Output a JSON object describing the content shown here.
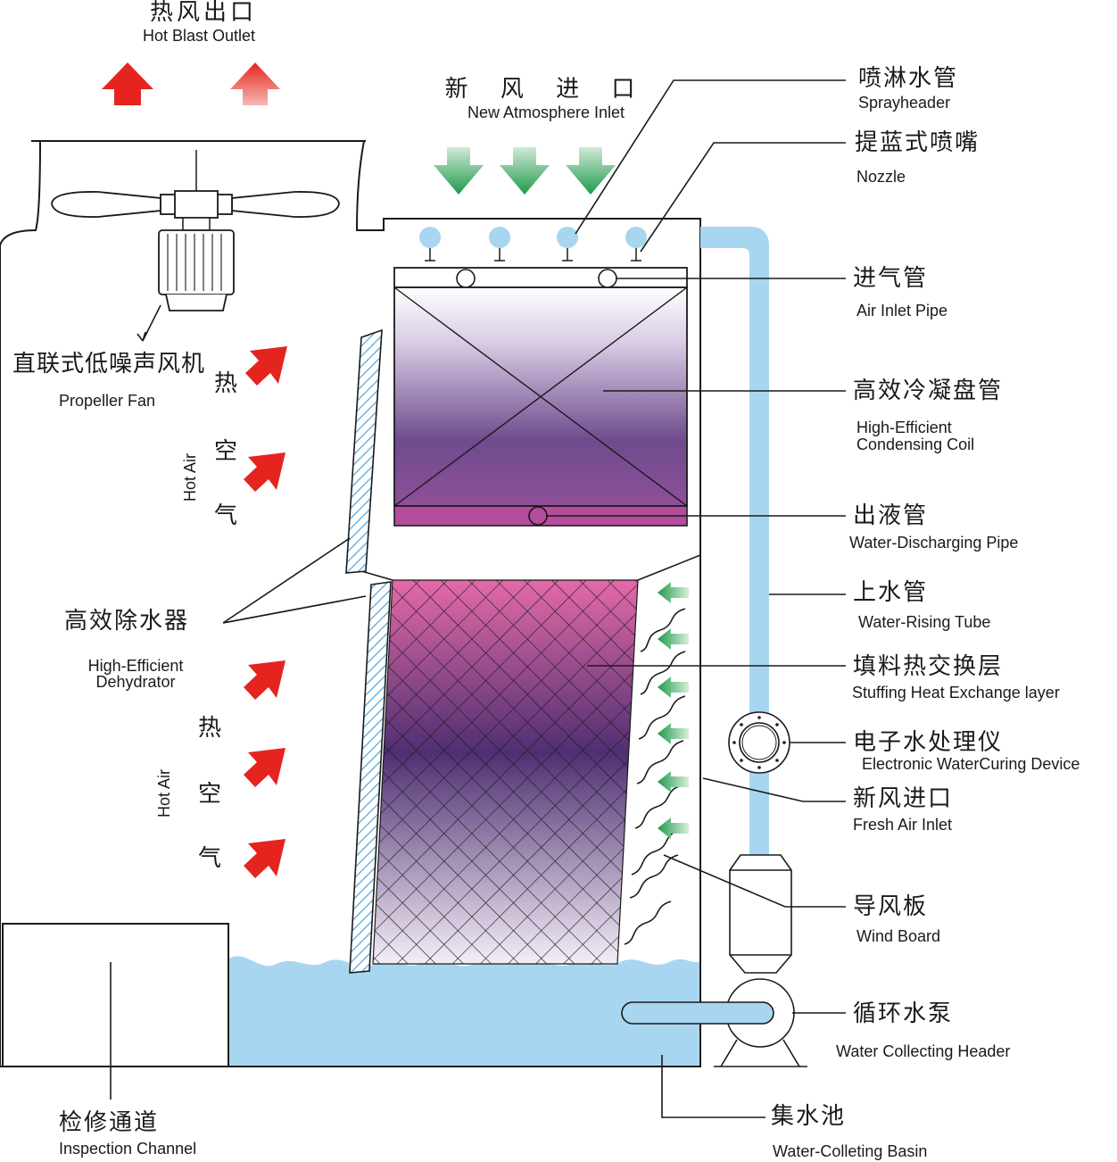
{
  "title_top": {
    "zh": "热风出口",
    "en": "Hot Blast Outlet"
  },
  "inlet_top": {
    "zh": "新 风 进 口",
    "en": "New Atmosphere Inlet"
  },
  "labels": {
    "sprayheader": {
      "zh": "喷淋水管",
      "en": "Sprayheader"
    },
    "nozzle": {
      "zh": "提蓝式喷嘴",
      "en": "Nozzle"
    },
    "air_inlet_pipe": {
      "zh": "进气管",
      "en": "Air Inlet Pipe"
    },
    "coil": {
      "zh": "高效冷凝盘管",
      "en1": "High-Efficient",
      "en2": "Condensing Coil"
    },
    "discharging_pipe": {
      "zh": "出液管",
      "en": "Water-Discharging Pipe"
    },
    "rising_tube": {
      "zh": "上水管",
      "en": "Water-Rising Tube"
    },
    "stuffing": {
      "zh": "填料热交换层",
      "en": "Stuffing Heat Exchange layer"
    },
    "curing_device": {
      "zh": "电子水处理仪",
      "en": "Electronic WaterCuring Device"
    },
    "fresh_air_inlet": {
      "zh": "新风进口",
      "en": "Fresh Air Inlet"
    },
    "wind_board": {
      "zh": "导风板",
      "en": "Wind Board"
    },
    "pump": {
      "zh": "循环水泵",
      "en": "Water Collecting Header"
    },
    "basin": {
      "zh": "集水池",
      "en": "Water-Colleting Basin"
    },
    "inspection": {
      "zh": "检修通道",
      "en": "Inspection Channel"
    },
    "fan": {
      "zh": "直联式低噪声风机",
      "en": "Propeller Fan"
    },
    "dehydrator": {
      "zh": "高效除水器",
      "en1": "High-Efficient",
      "en2": "Dehydrator"
    },
    "hot_air_upper": {
      "c1": "热",
      "c2": "空",
      "c3": "气",
      "en": "Hot Air"
    },
    "hot_air_lower": {
      "c1": "热",
      "c2": "空",
      "c3": "气",
      "en": "Hot Air"
    }
  },
  "colors": {
    "water": "#a8d6f0",
    "hot_arrow": "#e52420",
    "fresh_arrow": "#1f9a4a",
    "coil_top": "#ffffff",
    "coil_mid": "#6e4b8e",
    "coil_bottom": "#b44d9c",
    "fill_top": "#e46aa8",
    "fill_mid": "#4e2f72",
    "fill_bottom": "#f4eef7"
  }
}
